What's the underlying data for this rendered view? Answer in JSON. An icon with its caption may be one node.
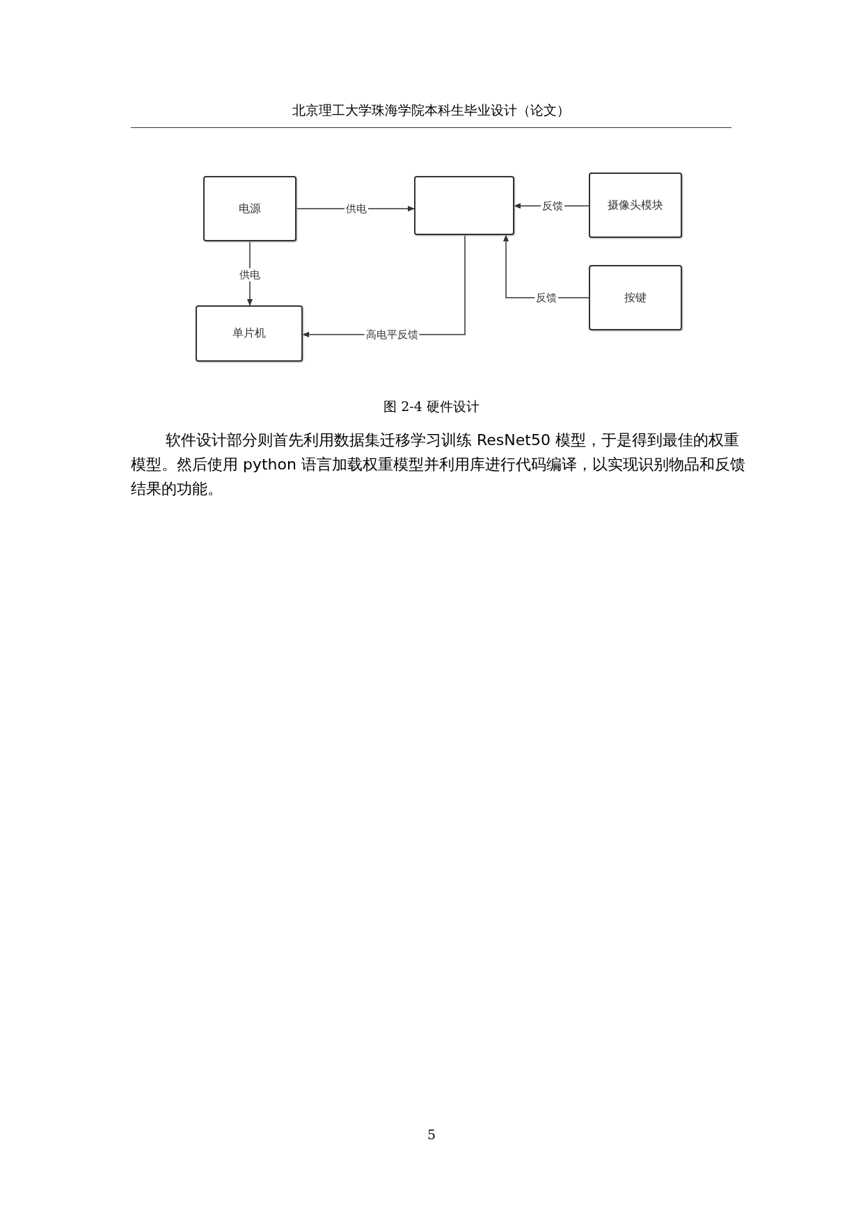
{
  "diagram": {
    "caption": "图 2-4 硬件设计",
    "nodes": [
      {
        "text": [
          "电源"
        ]
      },
      {
        "text": [],
        "shape": "box"
      },
      {
        "text": [
          "摄像头模块"
        ]
      },
      {
        "text": [
          "按键"
        ]
      },
      {
        "text": [
          "单片机"
        ]
      }
    ],
    "edges": [
      {
        "from": 0,
        "to": 1,
        "arrow": "to",
        "label": "供电"
      },
      {
        "from": 0,
        "to": 4,
        "arrow": "to",
        "label": "供电"
      },
      {
        "from": 1,
        "to": 4,
        "arrow": "to",
        "label": "高电平反馈"
      },
      {
        "from": 2,
        "to": 1,
        "arrow": "to",
        "label": "反馈"
      },
      {
        "from": 3,
        "to": 1,
        "arrow": "to",
        "label": "反馈"
      }
    ],
    "labels": [
      "北京理工大学珠海学院本科生毕业设计（论文）",
      "软件设计部分则首先利用数据集迁移学习训练 ResNet50 模型，于是得到最佳的权重模型。然后使用 python 语言加载权重模型并利用库进行代码编译，以实现识别物品和反馈结果的功能。",
      "5"
    ]
  }
}
